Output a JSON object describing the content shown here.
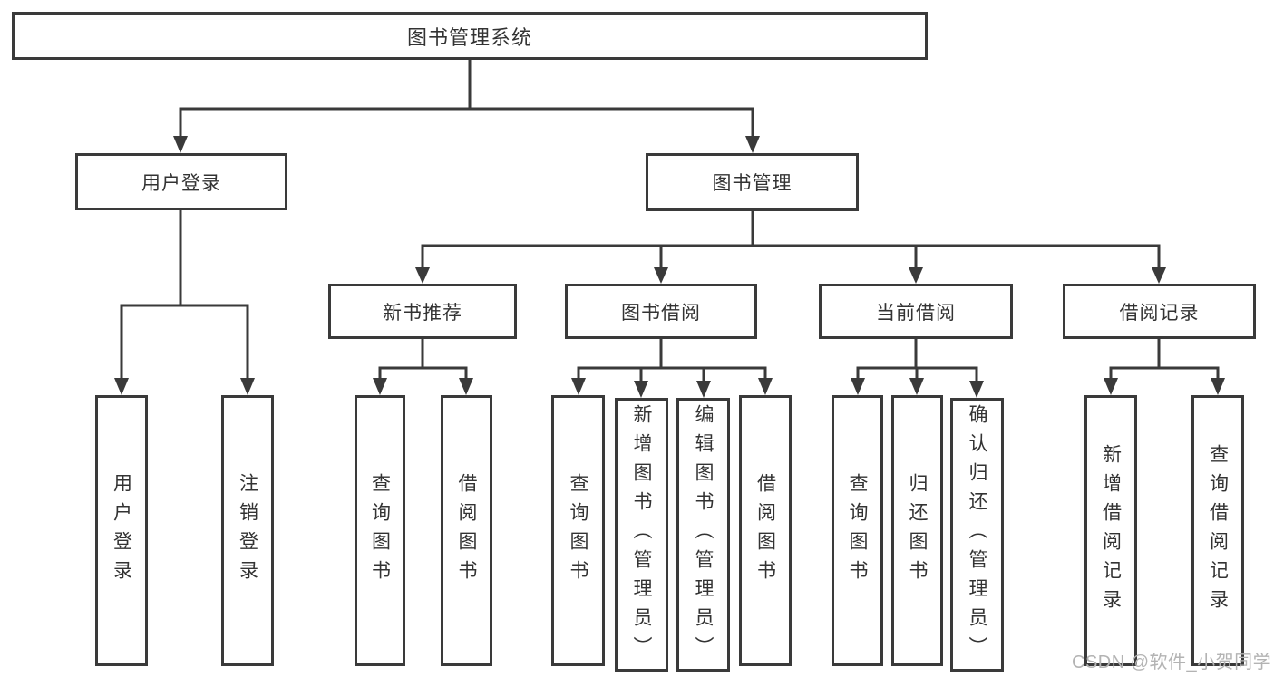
{
  "watermark": "CSDN @软件_小贺同学",
  "colors": {
    "line": "#3a3a3a",
    "text": "#333333",
    "watermark": "#b3b3b3",
    "background": "#ffffff"
  },
  "tree": {
    "label": "图书管理系统",
    "children": [
      {
        "label": "用户登录",
        "children": [
          {
            "label": "用户登录"
          },
          {
            "label": "注销登录"
          }
        ]
      },
      {
        "label": "图书管理",
        "children": [
          {
            "label": "新书推荐",
            "children": [
              {
                "label": "查询图书"
              },
              {
                "label": "借阅图书"
              }
            ]
          },
          {
            "label": "图书借阅",
            "children": [
              {
                "label": "查询图书"
              },
              {
                "label": "新增图书（管理员）"
              },
              {
                "label": "编辑图书（管理员）"
              },
              {
                "label": "借阅图书"
              }
            ]
          },
          {
            "label": "当前借阅",
            "children": [
              {
                "label": "查询图书"
              },
              {
                "label": "归还图书"
              },
              {
                "label": "确认归还（管理员）"
              }
            ]
          },
          {
            "label": "借阅记录",
            "children": [
              {
                "label": "新增借阅记录"
              },
              {
                "label": "查询借阅记录"
              }
            ]
          }
        ]
      }
    ]
  }
}
